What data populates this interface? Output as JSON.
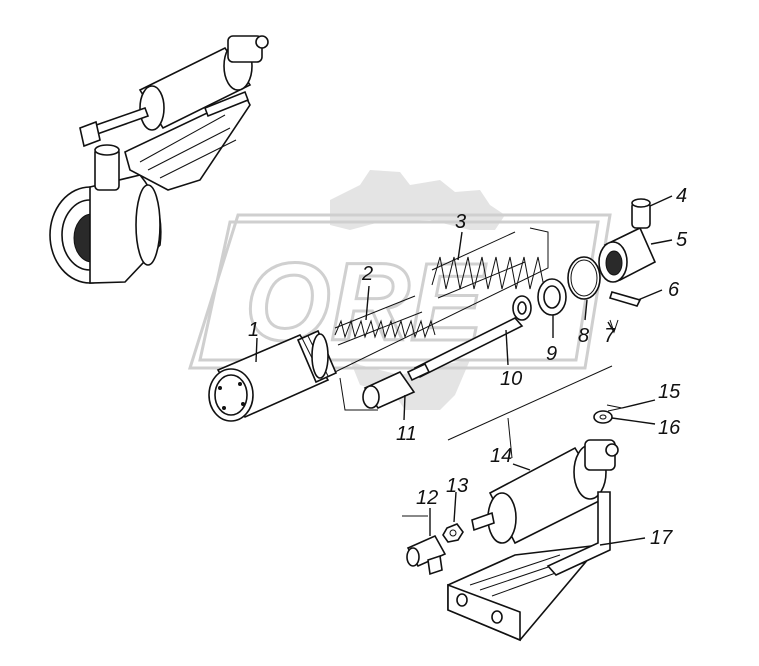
{
  "diagram": {
    "watermark_text": "ORE",
    "callouts": [
      {
        "id": "c1",
        "label": "1"
      },
      {
        "id": "c2",
        "label": "2"
      },
      {
        "id": "c3",
        "label": "3"
      },
      {
        "id": "c4",
        "label": "4"
      },
      {
        "id": "c5",
        "label": "5"
      },
      {
        "id": "c6",
        "label": "6"
      },
      {
        "id": "c7",
        "label": "7"
      },
      {
        "id": "c8",
        "label": "8"
      },
      {
        "id": "c9",
        "label": "9"
      },
      {
        "id": "c10",
        "label": "10"
      },
      {
        "id": "c11",
        "label": "11"
      },
      {
        "id": "c12",
        "label": "12"
      },
      {
        "id": "c13",
        "label": "13"
      },
      {
        "id": "c14",
        "label": "14"
      },
      {
        "id": "c15",
        "label": "15"
      },
      {
        "id": "c16",
        "label": "16"
      },
      {
        "id": "c17",
        "label": "17"
      }
    ]
  }
}
